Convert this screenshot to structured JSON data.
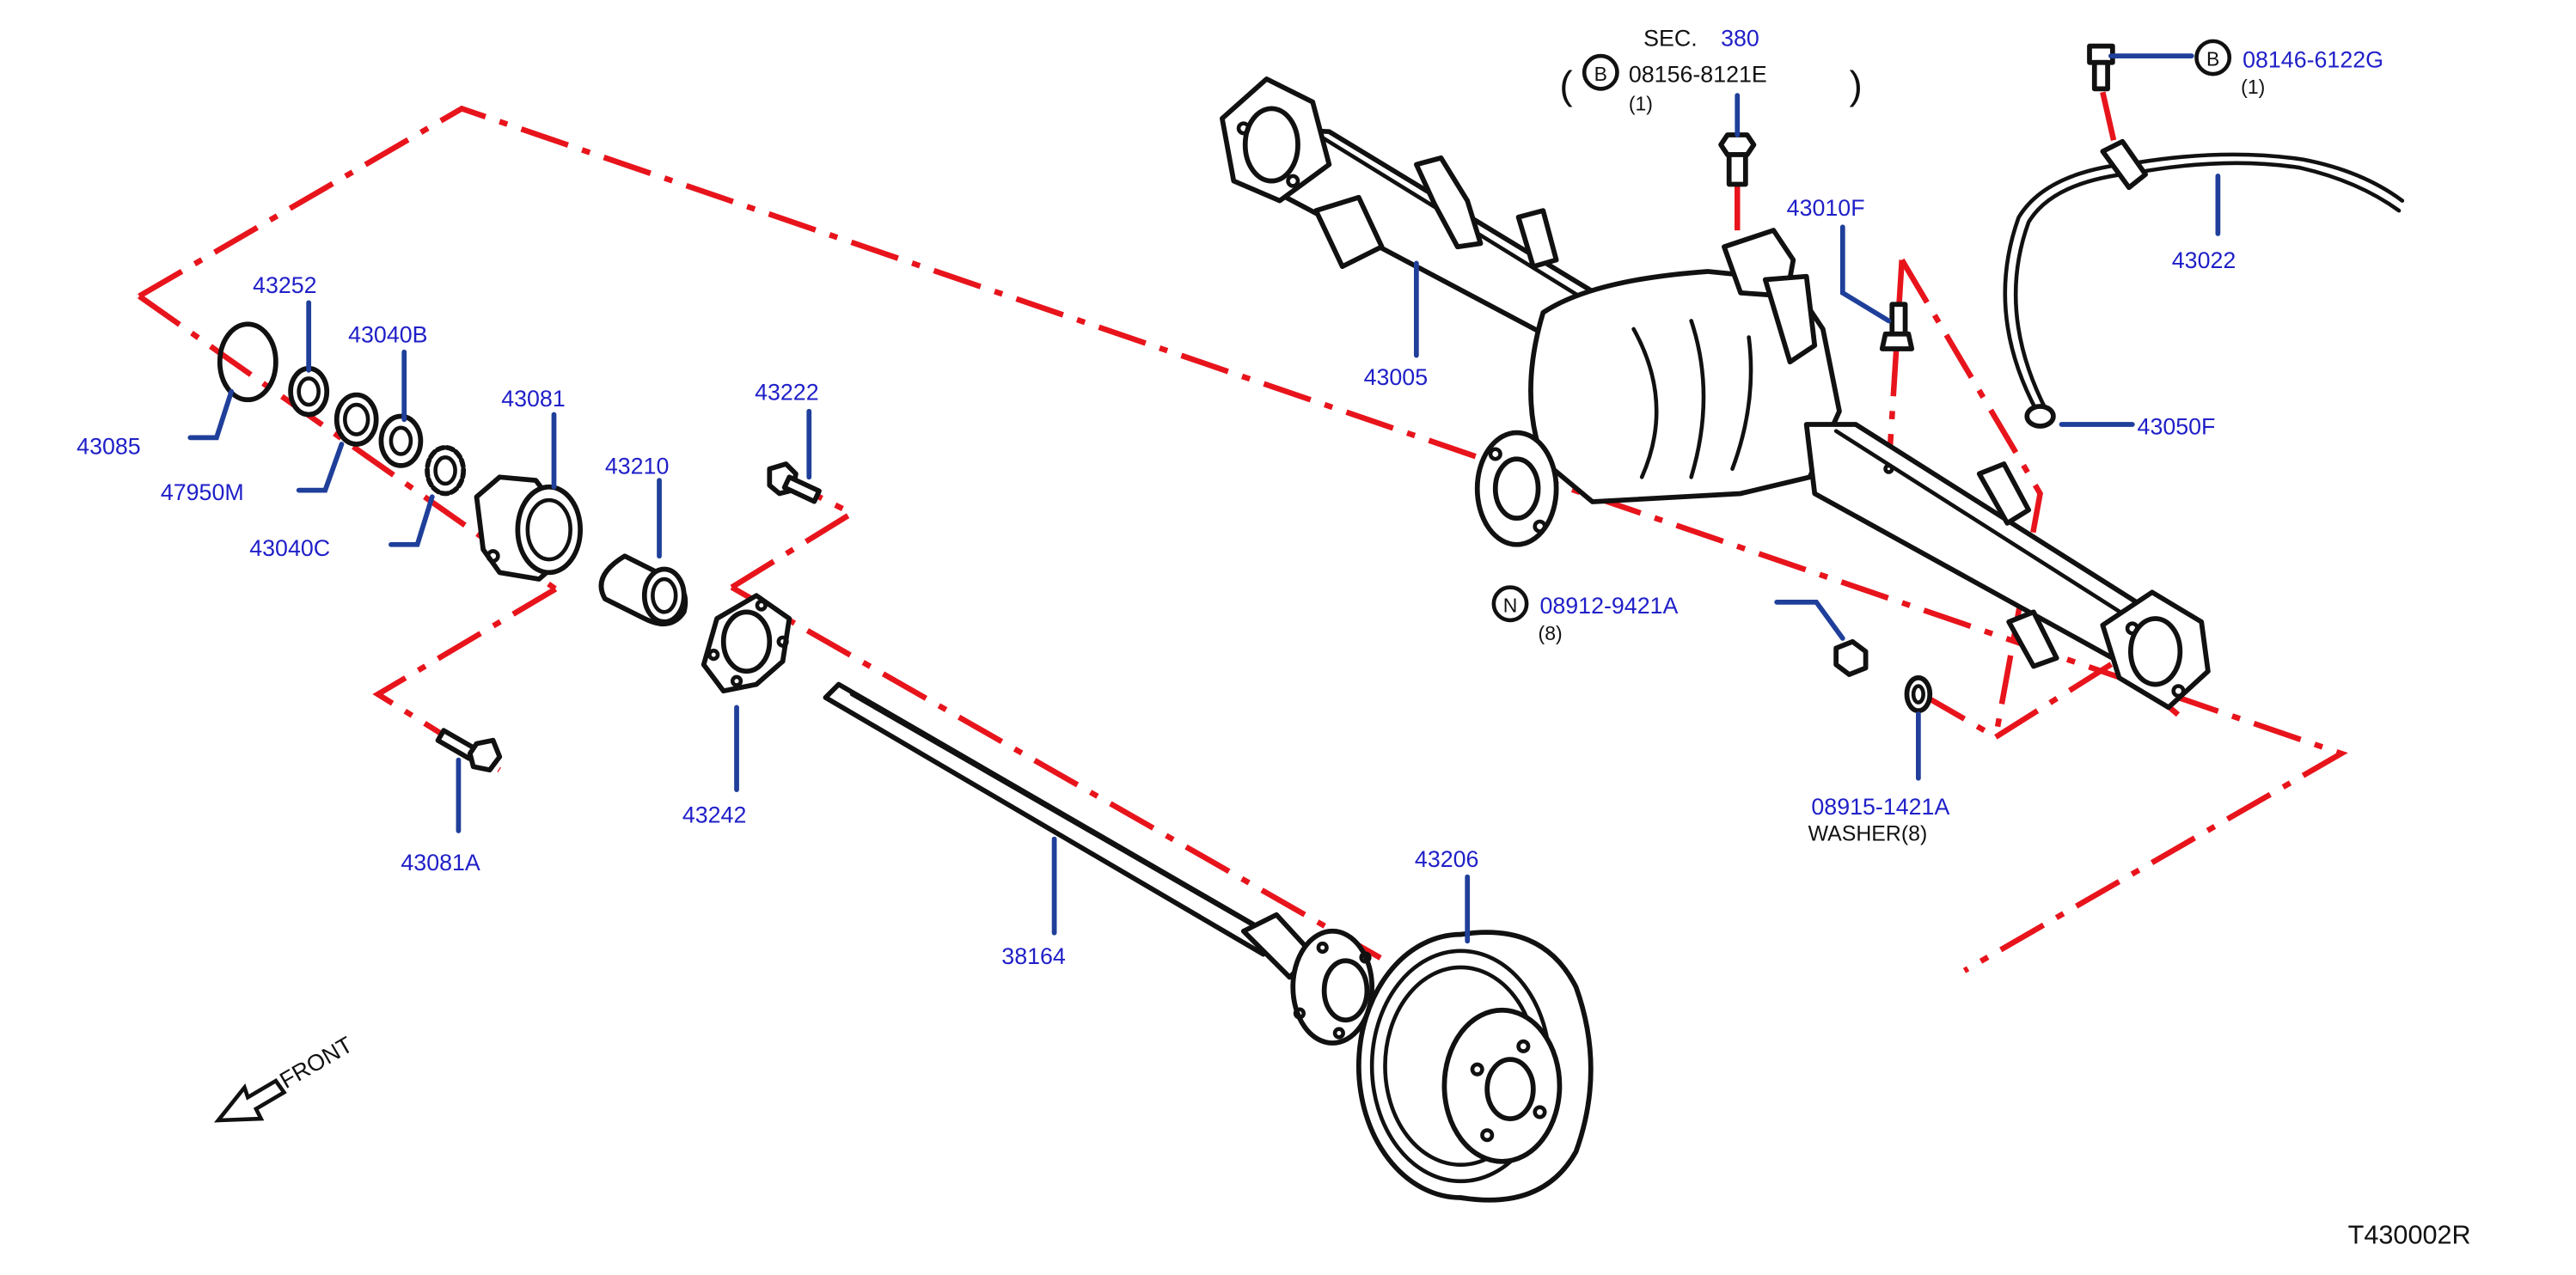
{
  "section": {
    "prefix": "SEC.",
    "number": "380"
  },
  "callouts": {
    "b1": {
      "symbol": "B",
      "code": "08156-8121E",
      "qty": "(1)"
    },
    "b2": {
      "symbol": "B",
      "code": "08146-6122G",
      "qty": "(1)"
    },
    "n1": {
      "symbol": "N",
      "code": "08912-9421A",
      "qty": "(8)"
    },
    "washer": {
      "code": "08915-1421A",
      "note": "WASHER(8)"
    }
  },
  "parts": {
    "p43085": "43085",
    "p43252": "43252",
    "p47950M": "47950M",
    "p43040B": "43040B",
    "p43040C": "43040C",
    "p43081": "43081",
    "p43210": "43210",
    "p43222": "43222",
    "p43081A": "43081A",
    "p43242": "43242",
    "p38164": "38164",
    "p43206": "43206",
    "p43005": "43005",
    "p43010F": "43010F",
    "p43022": "43022",
    "p43050F": "43050F"
  },
  "front_label": "FRONT",
  "diagram_id": "T430002R",
  "colors": {
    "part_number": "#1f1fc8",
    "leader": "#1f3f9a",
    "assembly_line": "#e8141c",
    "outline": "#111111"
  }
}
